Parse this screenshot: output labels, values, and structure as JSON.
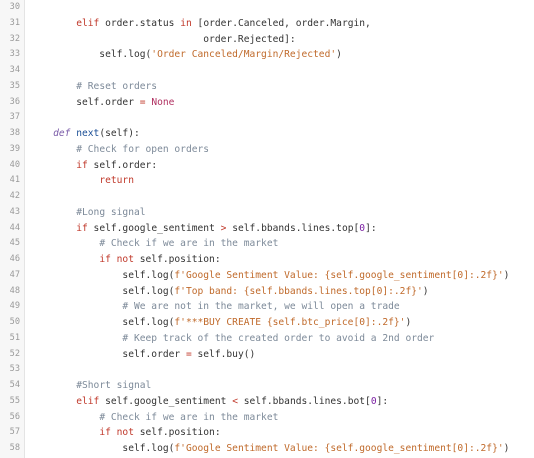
{
  "editor": {
    "lines": [
      {
        "num": "30",
        "tokens": []
      },
      {
        "num": "31",
        "tokens": [
          {
            "t": "        ",
            "c": "tx"
          },
          {
            "t": "elif",
            "c": "kw"
          },
          {
            "t": " order.status ",
            "c": "tx"
          },
          {
            "t": "in",
            "c": "kw"
          },
          {
            "t": " [order.Canceled, order.Margin,",
            "c": "tx"
          }
        ]
      },
      {
        "num": "32",
        "tokens": [
          {
            "t": "                              order.Rejected]:",
            "c": "tx"
          }
        ]
      },
      {
        "num": "33",
        "tokens": [
          {
            "t": "            self.log(",
            "c": "tx"
          },
          {
            "t": "'Order Canceled/Margin/Rejected'",
            "c": "str"
          },
          {
            "t": ")",
            "c": "tx"
          }
        ]
      },
      {
        "num": "34",
        "tokens": []
      },
      {
        "num": "35",
        "tokens": [
          {
            "t": "        ",
            "c": "tx"
          },
          {
            "t": "# Reset orders",
            "c": "cm"
          }
        ]
      },
      {
        "num": "36",
        "tokens": [
          {
            "t": "        self.order ",
            "c": "tx"
          },
          {
            "t": "=",
            "c": "op"
          },
          {
            "t": " ",
            "c": "tx"
          },
          {
            "t": "None",
            "c": "const"
          }
        ]
      },
      {
        "num": "37",
        "tokens": []
      },
      {
        "num": "38",
        "tokens": [
          {
            "t": "    ",
            "c": "tx"
          },
          {
            "t": "def",
            "c": "def"
          },
          {
            "t": " ",
            "c": "tx"
          },
          {
            "t": "next",
            "c": "fn"
          },
          {
            "t": "(self):",
            "c": "tx"
          }
        ]
      },
      {
        "num": "39",
        "tokens": [
          {
            "t": "        ",
            "c": "tx"
          },
          {
            "t": "# Check for open orders",
            "c": "cm"
          }
        ]
      },
      {
        "num": "40",
        "tokens": [
          {
            "t": "        ",
            "c": "tx"
          },
          {
            "t": "if",
            "c": "kw"
          },
          {
            "t": " self.order:",
            "c": "tx"
          }
        ]
      },
      {
        "num": "41",
        "tokens": [
          {
            "t": "            ",
            "c": "tx"
          },
          {
            "t": "return",
            "c": "kw"
          }
        ]
      },
      {
        "num": "42",
        "tokens": []
      },
      {
        "num": "43",
        "tokens": [
          {
            "t": "        ",
            "c": "tx"
          },
          {
            "t": "#Long signal",
            "c": "cm"
          }
        ]
      },
      {
        "num": "44",
        "tokens": [
          {
            "t": "        ",
            "c": "tx"
          },
          {
            "t": "if",
            "c": "kw"
          },
          {
            "t": " self.google_sentiment ",
            "c": "tx"
          },
          {
            "t": ">",
            "c": "op"
          },
          {
            "t": " self.bbands.lines.top[",
            "c": "tx"
          },
          {
            "t": "0",
            "c": "num"
          },
          {
            "t": "]:",
            "c": "tx"
          }
        ]
      },
      {
        "num": "45",
        "tokens": [
          {
            "t": "            ",
            "c": "tx"
          },
          {
            "t": "# Check if we are in the market",
            "c": "cm"
          }
        ]
      },
      {
        "num": "46",
        "tokens": [
          {
            "t": "            ",
            "c": "tx"
          },
          {
            "t": "if not",
            "c": "kw"
          },
          {
            "t": " self.position:",
            "c": "tx"
          }
        ]
      },
      {
        "num": "47",
        "tokens": [
          {
            "t": "                self.log(",
            "c": "tx"
          },
          {
            "t": "f'Google Sentiment Value: {self.google_sentiment[0]:.2f}'",
            "c": "str"
          },
          {
            "t": ")",
            "c": "tx"
          }
        ]
      },
      {
        "num": "48",
        "tokens": [
          {
            "t": "                self.log(",
            "c": "tx"
          },
          {
            "t": "f'Top band: {self.bbands.lines.top[0]:.2f}'",
            "c": "str"
          },
          {
            "t": ")",
            "c": "tx"
          }
        ]
      },
      {
        "num": "49",
        "tokens": [
          {
            "t": "                ",
            "c": "tx"
          },
          {
            "t": "# We are not in the market, we will open a trade",
            "c": "cm"
          }
        ]
      },
      {
        "num": "50",
        "tokens": [
          {
            "t": "                self.log(",
            "c": "tx"
          },
          {
            "t": "f'***BUY CREATE {self.btc_price[0]:.2f}'",
            "c": "str"
          },
          {
            "t": ")",
            "c": "tx"
          }
        ]
      },
      {
        "num": "51",
        "tokens": [
          {
            "t": "                ",
            "c": "tx"
          },
          {
            "t": "# Keep track of the created order to avoid a 2nd order",
            "c": "cm"
          }
        ]
      },
      {
        "num": "52",
        "tokens": [
          {
            "t": "                self.order ",
            "c": "tx"
          },
          {
            "t": "=",
            "c": "op"
          },
          {
            "t": " self.buy()",
            "c": "tx"
          }
        ]
      },
      {
        "num": "53",
        "tokens": []
      },
      {
        "num": "54",
        "tokens": [
          {
            "t": "        ",
            "c": "tx"
          },
          {
            "t": "#Short signal",
            "c": "cm"
          }
        ]
      },
      {
        "num": "55",
        "tokens": [
          {
            "t": "        ",
            "c": "tx"
          },
          {
            "t": "elif",
            "c": "kw"
          },
          {
            "t": " self.google_sentiment ",
            "c": "tx"
          },
          {
            "t": "<",
            "c": "op"
          },
          {
            "t": " self.bbands.lines.bot[",
            "c": "tx"
          },
          {
            "t": "0",
            "c": "num"
          },
          {
            "t": "]:",
            "c": "tx"
          }
        ]
      },
      {
        "num": "56",
        "tokens": [
          {
            "t": "            ",
            "c": "tx"
          },
          {
            "t": "# Check if we are in the market",
            "c": "cm"
          }
        ]
      },
      {
        "num": "57",
        "tokens": [
          {
            "t": "            ",
            "c": "tx"
          },
          {
            "t": "if not",
            "c": "kw"
          },
          {
            "t": " self.position:",
            "c": "tx"
          }
        ]
      },
      {
        "num": "58",
        "tokens": [
          {
            "t": "                self.log(",
            "c": "tx"
          },
          {
            "t": "f'Google Sentiment Value: {self.google_sentiment[0]:.2f}'",
            "c": "str"
          },
          {
            "t": ")",
            "c": "tx"
          }
        ]
      }
    ]
  }
}
